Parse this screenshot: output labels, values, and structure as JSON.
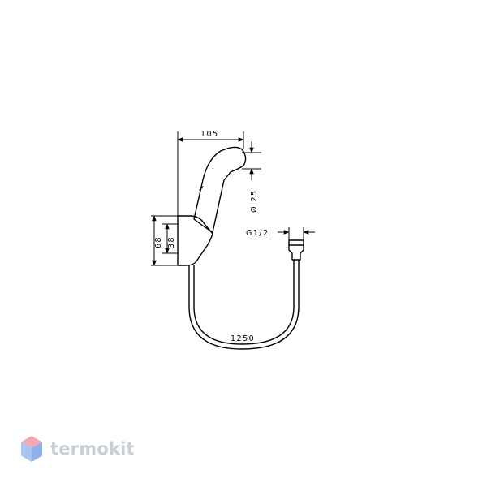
{
  "dimensions": {
    "width_top": "105",
    "nozzle_diameter": "Ø 25",
    "bracket_height": "68",
    "bracket_inner": "38",
    "thread": "G1/2",
    "hose_length": "1250"
  },
  "logo": {
    "text": "termokit",
    "colors": {
      "top": "#f2a9b4",
      "left": "#a9c4ef",
      "right": "#8fb0e8",
      "text": "#c8ced6"
    }
  }
}
